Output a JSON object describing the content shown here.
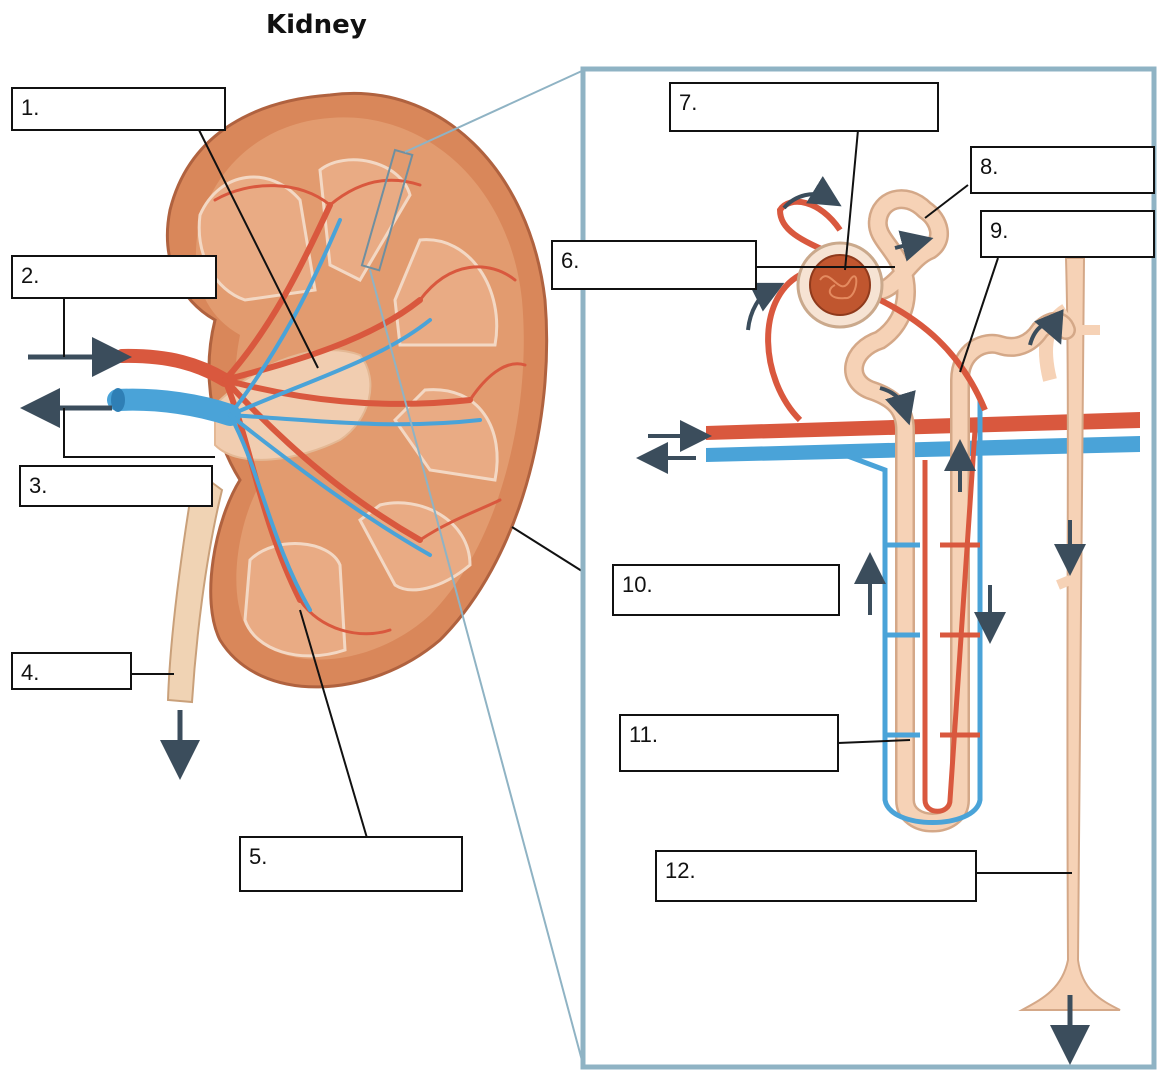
{
  "title": "Kidney",
  "colors": {
    "cortex": "#d9875a",
    "pyramid": "#e7a47c",
    "artery": "#d9583e",
    "vein": "#4aa3d8",
    "tubule": "#f6d2b6",
    "inset_border": "#8fb3c4",
    "arrow": "#3b4d5c"
  },
  "labels": [
    {
      "id": "1",
      "text": "1."
    },
    {
      "id": "2",
      "text": "2."
    },
    {
      "id": "3",
      "text": "3."
    },
    {
      "id": "4",
      "text": "4."
    },
    {
      "id": "5",
      "text": "5."
    },
    {
      "id": "6",
      "text": "6."
    },
    {
      "id": "7",
      "text": "7."
    },
    {
      "id": "8",
      "text": "8."
    },
    {
      "id": "9",
      "text": "9."
    },
    {
      "id": "10",
      "text": "10."
    },
    {
      "id": "11",
      "text": "11."
    },
    {
      "id": "12",
      "text": "12."
    }
  ]
}
